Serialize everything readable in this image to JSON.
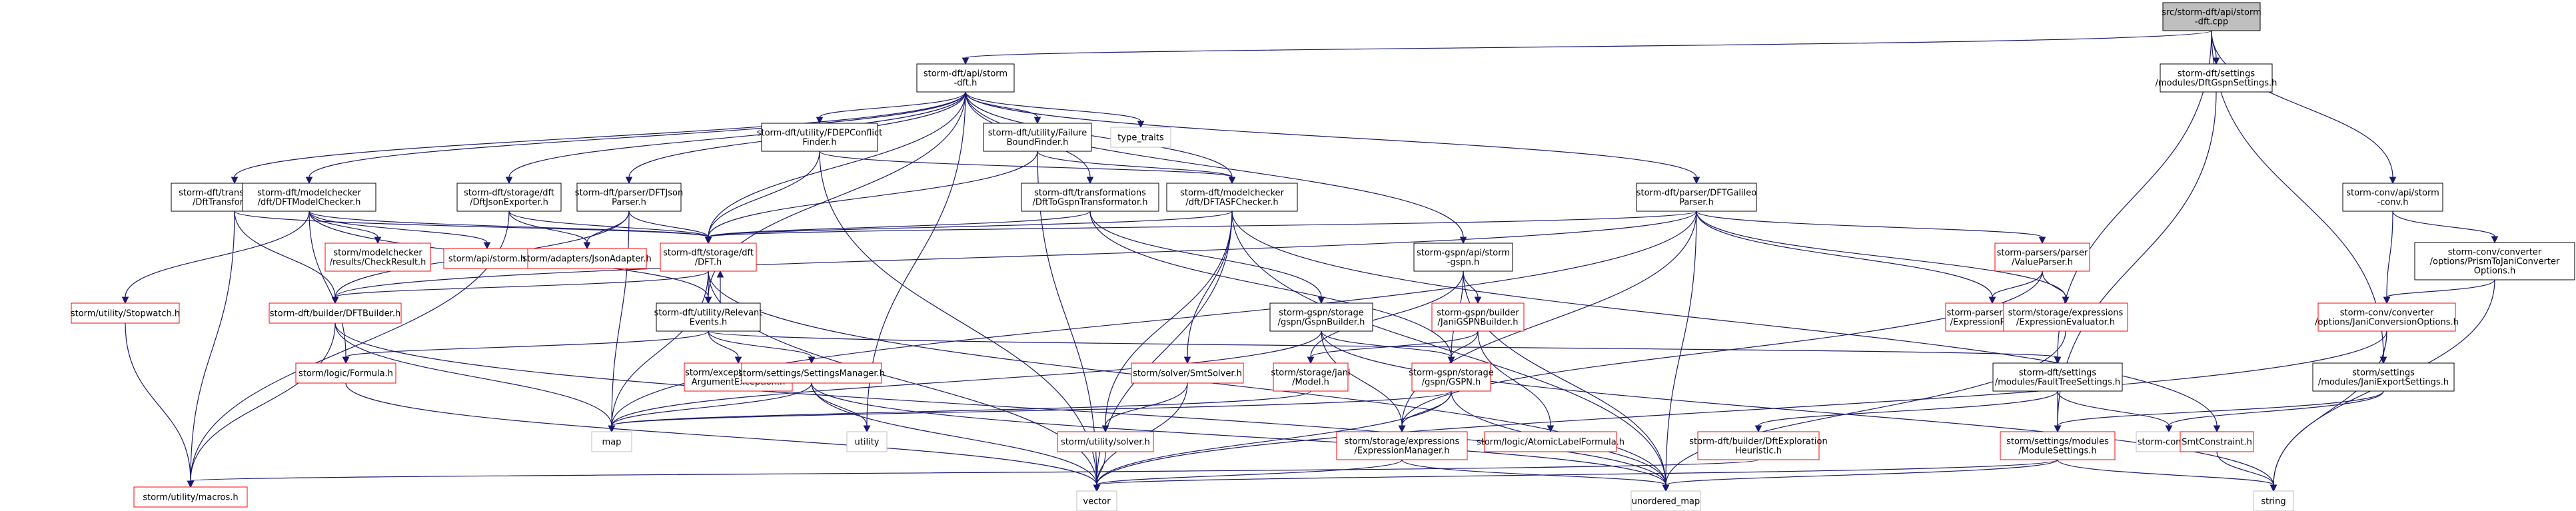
{
  "diagram": {
    "colors": {
      "edge": "#191970",
      "root_fill": "#bfbfbf",
      "root_stroke": "#000000",
      "documented_stroke": "#000000",
      "undocumented_stroke": "#ff0000",
      "external_stroke": "#bfbfbf",
      "node_fill": "#ffffff",
      "text": "#000000"
    },
    "nodes": [
      {
        "id": "root",
        "kind": "root",
        "lines": [
          "src/storm-dft/api/storm",
          "-dft.cpp"
        ]
      },
      {
        "id": "api_h",
        "kind": "doc",
        "lines": [
          "storm-dft/api/storm",
          "-dft.h"
        ]
      },
      {
        "id": "dftgspn_settings",
        "kind": "doc",
        "lines": [
          "storm-dft/settings",
          "/modules/DftGspnSettings.h"
        ]
      },
      {
        "id": "conv_api",
        "kind": "doc",
        "lines": [
          "storm-conv/api/storm",
          "-conv.h"
        ]
      },
      {
        "id": "fdep",
        "kind": "doc",
        "lines": [
          "storm-dft/utility/FDEPConflict",
          "Finder.h"
        ]
      },
      {
        "id": "failbound",
        "kind": "doc",
        "lines": [
          "storm-dft/utility/Failure",
          "BoundFinder.h"
        ]
      },
      {
        "id": "type_traits",
        "kind": "ext",
        "lines": [
          "type_traits"
        ]
      },
      {
        "id": "trans_dft",
        "kind": "doc",
        "lines": [
          "storm-dft/transformations",
          "/DftTransformator.h"
        ]
      },
      {
        "id": "dftmc",
        "kind": "doc",
        "lines": [
          "storm-dft/modelchecker",
          "/dft/DFTModelChecker.h"
        ]
      },
      {
        "id": "dftjson_exp",
        "kind": "doc",
        "lines": [
          "storm-dft/storage/dft",
          "/DftJsonExporter.h"
        ]
      },
      {
        "id": "dftjson_parser",
        "kind": "doc",
        "lines": [
          "storm-dft/parser/DFTJson",
          "Parser.h"
        ]
      },
      {
        "id": "togspn",
        "kind": "doc",
        "lines": [
          "storm-dft/transformations",
          "/DftToGspnTransformator.h"
        ]
      },
      {
        "id": "asf",
        "kind": "doc",
        "lines": [
          "storm-dft/modelchecker",
          "/dft/DFTASFChecker.h"
        ]
      },
      {
        "id": "galileo",
        "kind": "doc",
        "lines": [
          "storm-dft/parser/DFTGalileo",
          "Parser.h"
        ]
      },
      {
        "id": "prism_conv",
        "kind": "doc",
        "lines": [
          "storm-conv/converter",
          "/options/PrismToJaniConverter",
          "Options.h"
        ]
      },
      {
        "id": "checkresult",
        "kind": "red",
        "lines": [
          "storm/modelchecker",
          "/results/CheckResult.h"
        ]
      },
      {
        "id": "storm_api",
        "kind": "red",
        "lines": [
          "storm/api/storm.h"
        ]
      },
      {
        "id": "jsonadapter",
        "kind": "red",
        "lines": [
          "storm/adapters/JsonAdapter.h"
        ]
      },
      {
        "id": "dft_h",
        "kind": "red",
        "lines": [
          "storm-dft/storage/dft",
          "/DFT.h"
        ]
      },
      {
        "id": "gspn_api",
        "kind": "doc",
        "lines": [
          "storm-gspn/api/storm",
          "-gspn.h"
        ]
      },
      {
        "id": "valueparser",
        "kind": "red",
        "lines": [
          "storm-parsers/parser",
          "/ValueParser.h"
        ]
      },
      {
        "id": "stopwatch",
        "kind": "red",
        "lines": [
          "storm/utility/Stopwatch.h"
        ]
      },
      {
        "id": "dftbuilder",
        "kind": "red",
        "lines": [
          "storm-dft/builder/DFTBuilder.h"
        ]
      },
      {
        "id": "relevant",
        "kind": "doc",
        "lines": [
          "storm-dft/utility/Relevant",
          "Events.h"
        ]
      },
      {
        "id": "gspnbuilder",
        "kind": "doc",
        "lines": [
          "storm-gspn/storage",
          "/gspn/GspnBuilder.h"
        ]
      },
      {
        "id": "janigspn",
        "kind": "red",
        "lines": [
          "storm-gspn/builder",
          "/JaniGSPNBuilder.h"
        ]
      },
      {
        "id": "exprparser",
        "kind": "red",
        "lines": [
          "storm-parsers/parser",
          "/ExpressionParser.h"
        ]
      },
      {
        "id": "expreval",
        "kind": "red",
        "lines": [
          "storm/storage/expressions",
          "/ExpressionEvaluator.h"
        ]
      },
      {
        "id": "janiconv",
        "kind": "red",
        "lines": [
          "storm-conv/converter",
          "/options/JaniConversionOptions.h"
        ]
      },
      {
        "id": "formula",
        "kind": "red",
        "lines": [
          "storm/logic/Formula.h"
        ]
      },
      {
        "id": "invalidarg",
        "kind": "red",
        "lines": [
          "storm/exceptions/Invalid",
          "ArgumentException.h"
        ]
      },
      {
        "id": "settingsmgr",
        "kind": "red",
        "lines": [
          "storm/settings/SettingsManager.h"
        ]
      },
      {
        "id": "smtsolver",
        "kind": "red",
        "lines": [
          "storm/solver/SmtSolver.h"
        ]
      },
      {
        "id": "janimodel",
        "kind": "red",
        "lines": [
          "storm/storage/jani",
          "/Model.h"
        ]
      },
      {
        "id": "gspn_h",
        "kind": "red",
        "lines": [
          "storm-gspn/storage",
          "/gspn/GSPN.h"
        ]
      },
      {
        "id": "faulttree",
        "kind": "doc",
        "lines": [
          "storm-dft/settings",
          "/modules/FaultTreeSettings.h"
        ]
      },
      {
        "id": "janiexport",
        "kind": "doc",
        "lines": [
          "storm/settings",
          "/modules/JaniExportSettings.h"
        ]
      },
      {
        "id": "map",
        "kind": "ext",
        "lines": [
          "map"
        ]
      },
      {
        "id": "utility",
        "kind": "ext",
        "lines": [
          "utility"
        ]
      },
      {
        "id": "solver",
        "kind": "red",
        "lines": [
          "storm/utility/solver.h"
        ]
      },
      {
        "id": "exprmgr",
        "kind": "red",
        "lines": [
          "storm/storage/expressions",
          "/ExpressionManager.h"
        ]
      },
      {
        "id": "atomiclabel",
        "kind": "red",
        "lines": [
          "storm/logic/AtomicLabelFormula.h"
        ]
      },
      {
        "id": "dftexplore",
        "kind": "red",
        "lines": [
          "storm-dft/builder/DftExploration",
          "Heuristic.h"
        ]
      },
      {
        "id": "modulesettings",
        "kind": "red",
        "lines": [
          "storm/settings/modules",
          "/ModuleSettings.h"
        ]
      },
      {
        "id": "stormconfig",
        "kind": "ext",
        "lines": [
          "storm-config.h"
        ]
      },
      {
        "id": "smtconstraint",
        "kind": "red",
        "lines": [
          "SmtConstraint.h"
        ]
      },
      {
        "id": "macros",
        "kind": "red",
        "lines": [
          "storm/utility/macros.h"
        ]
      },
      {
        "id": "vector",
        "kind": "ext",
        "lines": [
          "vector"
        ]
      },
      {
        "id": "unordered_map",
        "kind": "ext",
        "lines": [
          "unordered_map"
        ]
      },
      {
        "id": "string",
        "kind": "ext",
        "lines": [
          "string"
        ]
      }
    ],
    "edges": [
      [
        "root",
        "api_h"
      ],
      [
        "root",
        "dftgspn_settings"
      ],
      [
        "root",
        "conv_api"
      ],
      [
        "root",
        "faulttree"
      ],
      [
        "root",
        "janiexport"
      ],
      [
        "api_h",
        "fdep"
      ],
      [
        "api_h",
        "failbound"
      ],
      [
        "api_h",
        "type_traits"
      ],
      [
        "api_h",
        "trans_dft"
      ],
      [
        "api_h",
        "dftmc"
      ],
      [
        "api_h",
        "dftjson_exp"
      ],
      [
        "api_h",
        "dftjson_parser"
      ],
      [
        "api_h",
        "togspn"
      ],
      [
        "api_h",
        "asf"
      ],
      [
        "api_h",
        "galileo"
      ],
      [
        "api_h",
        "gspn_api"
      ],
      [
        "api_h",
        "dft_h"
      ],
      [
        "api_h",
        "relevant"
      ],
      [
        "api_h",
        "utility"
      ],
      [
        "fdep",
        "dft_h"
      ],
      [
        "fdep",
        "asf"
      ],
      [
        "fdep",
        "vector"
      ],
      [
        "failbound",
        "dft_h"
      ],
      [
        "failbound",
        "asf"
      ],
      [
        "failbound",
        "vector"
      ],
      [
        "trans_dft",
        "dft_h"
      ],
      [
        "trans_dft",
        "dftbuilder"
      ],
      [
        "trans_dft",
        "macros"
      ],
      [
        "dftmc",
        "checkresult"
      ],
      [
        "dftmc",
        "storm_api"
      ],
      [
        "dftmc",
        "dft_h"
      ],
      [
        "dftmc",
        "stopwatch"
      ],
      [
        "dftmc",
        "relevant"
      ],
      [
        "dftmc",
        "formula"
      ],
      [
        "dftjson_exp",
        "dft_h"
      ],
      [
        "dftjson_exp",
        "jsonadapter"
      ],
      [
        "dftjson_exp",
        "macros"
      ],
      [
        "dftjson_parser",
        "jsonadapter"
      ],
      [
        "dftjson_parser",
        "dft_h"
      ],
      [
        "dftjson_parser",
        "dftbuilder"
      ],
      [
        "dftjson_parser",
        "map"
      ],
      [
        "togspn",
        "dft_h"
      ],
      [
        "togspn",
        "gspnbuilder"
      ],
      [
        "togspn",
        "gspn_h"
      ],
      [
        "asf",
        "dft_h"
      ],
      [
        "asf",
        "smtsolver"
      ],
      [
        "asf",
        "solver"
      ],
      [
        "asf",
        "smtconstraint"
      ],
      [
        "asf",
        "vector"
      ],
      [
        "asf",
        "unordered_map"
      ],
      [
        "galileo",
        "dft_h"
      ],
      [
        "galileo",
        "dftbuilder"
      ],
      [
        "galileo",
        "valueparser"
      ],
      [
        "galileo",
        "exprparser"
      ],
      [
        "galileo",
        "expreval"
      ],
      [
        "galileo",
        "exprmgr"
      ],
      [
        "galileo",
        "unordered_map"
      ],
      [
        "galileo",
        "map"
      ],
      [
        "dft_h",
        "relevant"
      ],
      [
        "dft_h",
        "dftbuilder"
      ],
      [
        "dft_h",
        "map"
      ],
      [
        "dft_h",
        "vector"
      ],
      [
        "dft_h",
        "unordered_map"
      ],
      [
        "relevant",
        "dft_h"
      ],
      [
        "relevant",
        "settingsmgr"
      ],
      [
        "relevant",
        "invalidarg"
      ],
      [
        "relevant",
        "faulttree"
      ],
      [
        "relevant",
        "formula"
      ],
      [
        "dftbuilder",
        "macros"
      ],
      [
        "dftbuilder",
        "map"
      ],
      [
        "dftbuilder",
        "unordered_map"
      ],
      [
        "gspn_api",
        "janigspn"
      ],
      [
        "gspn_api",
        "gspn_h"
      ],
      [
        "gspn_api",
        "janimodel"
      ],
      [
        "gspn_api",
        "unordered_map"
      ],
      [
        "gspnbuilder",
        "gspn_h"
      ],
      [
        "gspnbuilder",
        "map"
      ],
      [
        "gspnbuilder",
        "string"
      ],
      [
        "gspnbuilder",
        "exprmgr"
      ],
      [
        "janigspn",
        "gspn_h"
      ],
      [
        "janigspn",
        "janimodel"
      ],
      [
        "janigspn",
        "atomiclabel"
      ],
      [
        "valueparser",
        "exprparser"
      ],
      [
        "valueparser",
        "expreval"
      ],
      [
        "valueparser",
        "exprmgr"
      ],
      [
        "expreval",
        "unordered_map"
      ],
      [
        "conv_api",
        "prism_conv"
      ],
      [
        "conv_api",
        "janiconv"
      ],
      [
        "prism_conv",
        "janiconv"
      ],
      [
        "prism_conv",
        "string"
      ],
      [
        "janiconv",
        "janiexport"
      ],
      [
        "janiconv",
        "string"
      ],
      [
        "janiconv",
        "vector"
      ],
      [
        "settingsmgr",
        "map"
      ],
      [
        "settingsmgr",
        "utility"
      ],
      [
        "settingsmgr",
        "vector"
      ],
      [
        "settingsmgr",
        "unordered_map"
      ],
      [
        "smtsolver",
        "vector"
      ],
      [
        "smtsolver",
        "solver"
      ],
      [
        "janimodel",
        "map"
      ],
      [
        "gspn_h",
        "exprmgr"
      ],
      [
        "gspn_h",
        "vector"
      ],
      [
        "gspn_h",
        "unordered_map"
      ],
      [
        "gspn_h",
        "map"
      ],
      [
        "faulttree",
        "dftexplore"
      ],
      [
        "faulttree",
        "modulesettings"
      ],
      [
        "faulttree",
        "stormconfig"
      ],
      [
        "janiexport",
        "modulesettings"
      ],
      [
        "janiexport",
        "stormconfig"
      ],
      [
        "solver",
        "vector"
      ],
      [
        "exprmgr",
        "vector"
      ],
      [
        "exprmgr",
        "unordered_map"
      ],
      [
        "dftexplore",
        "macros"
      ],
      [
        "modulesettings",
        "vector"
      ],
      [
        "modulesettings",
        "string"
      ],
      [
        "modulesettings",
        "unordered_map"
      ],
      [
        "stopwatch",
        "macros"
      ],
      [
        "formula",
        "vector"
      ],
      [
        "smtconstraint",
        "string"
      ],
      [
        "dftgspn_settings",
        "modulesettings"
      ]
    ]
  }
}
